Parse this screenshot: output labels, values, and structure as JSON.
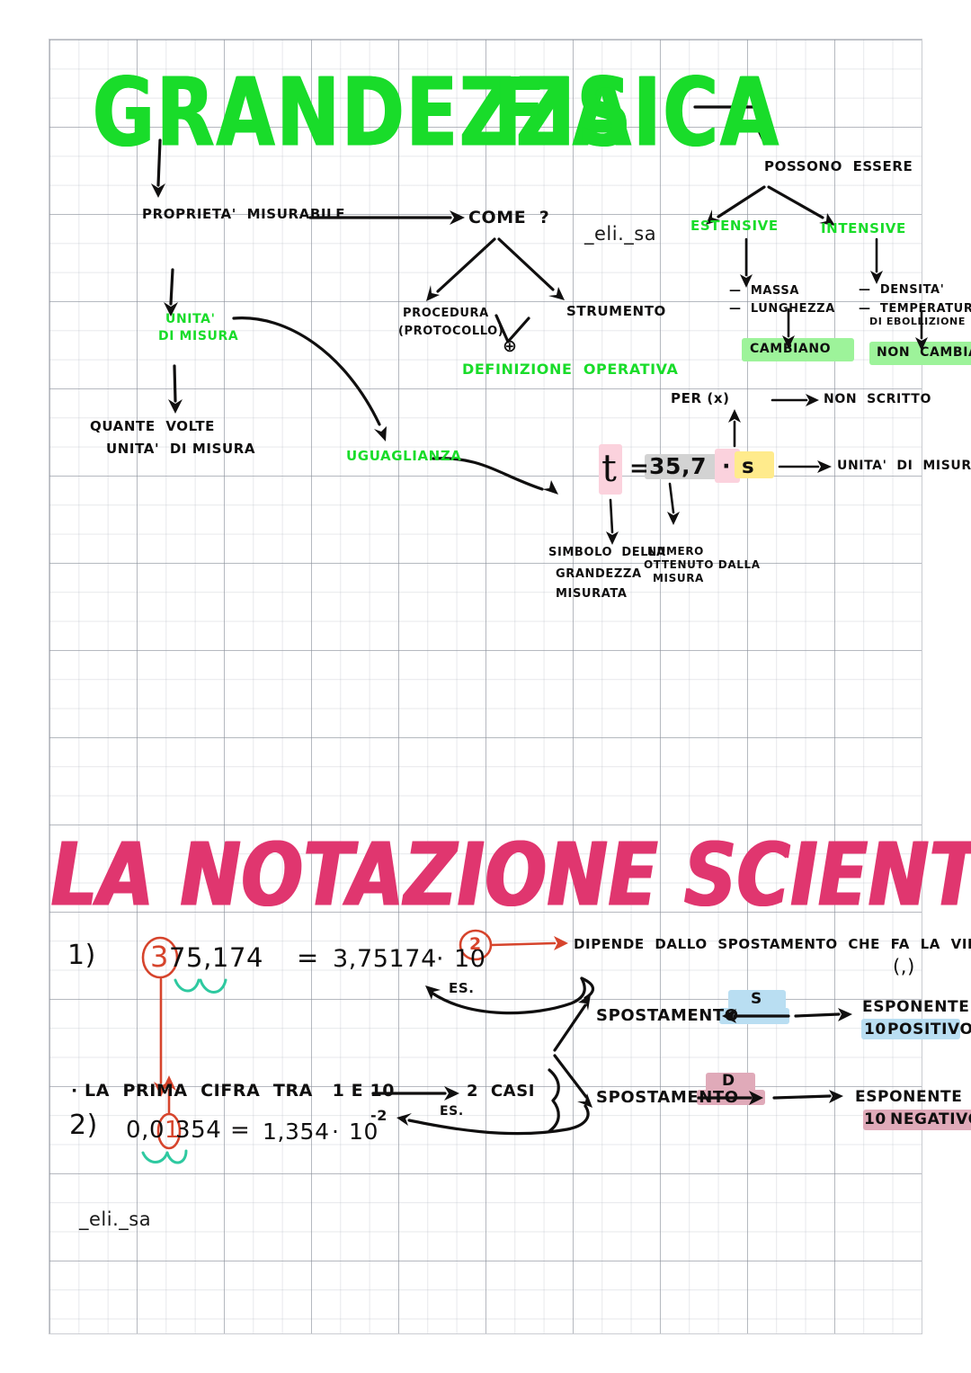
{
  "page": {
    "background": "#ffffff",
    "paper": "graph-grid",
    "grid_color": "#8c919b"
  },
  "watermarks": [
    {
      "text": "_eli._sa"
    },
    {
      "text": "_eli._sa"
    }
  ],
  "section1": {
    "title_part1": "GRANDEZZA",
    "title_part2": "FISICA",
    "title_color": "#19dc2a",
    "nodes": {
      "proprieta": "PROPRIETA'  MISURABILE",
      "come": "COME  ?",
      "procedura_l1": "PROCEDURA",
      "procedura_l2": "(PROTOCOLLO)",
      "strumento": "STRUMENTO",
      "plus_symbol": "⊕",
      "definizione": "DEFINIZIONE  OPERATIVA",
      "unita_l1": "UNITA'",
      "unita_l2": "DI MISURA",
      "quante_l1": "QUANTE  VOLTE",
      "quante_l2": "UNITA'  DI MISURA",
      "uguaglianza": "UGUAGLIANZA",
      "possono_essere": "POSSONO  ESSERE",
      "estensive": "ESTENSIVE",
      "intensive": "INTENSIVE",
      "est_item1": "—  MASSA",
      "est_item2": "—  LUNGHEZZA",
      "est_result": "CAMBIANO",
      "int_item1": "—  DENSITA'",
      "int_item2_l1": "—  TEMPERATURA",
      "int_item2_l2": "DI EBOLLIZIONE",
      "int_result": "NON  CAMBIANO"
    },
    "formula": {
      "symbol": "t",
      "equals": "=",
      "number": "35,7",
      "dot": "·",
      "unit": "s",
      "per_x": "PER (x)",
      "non_scritto": "NON  SCRITTO",
      "unita_misura": "UNITA'  DI  MISURA",
      "numero_l1": "NUMERO",
      "numero_l2": "OTTENUTO DALLA",
      "numero_l3": "MISURA",
      "simbolo_l1": "SIMBOLO  DELLA",
      "simbolo_l2": "GRANDEZZA",
      "simbolo_l3": "MISURATA"
    },
    "highlights": {
      "cambiano": "#9df39a",
      "non_cambiano": "#9df39a",
      "symbol_t": "#fbd2dd",
      "number": "#d3d3d3",
      "unit": "#ffeb8c"
    }
  },
  "section2": {
    "title": "LA NOTAZIONE SCIENTIFICA",
    "title_color": "#e0366f",
    "example1": {
      "index": "1)",
      "first_digit": "3",
      "value_rest": "75,174",
      "equals": "=",
      "mantissa": "3,75174",
      "dot": "·",
      "base": "10",
      "exponent": "2"
    },
    "example2": {
      "index": "2)",
      "value_prefix": "0,0",
      "first_digit": "1",
      "value_rest": "354",
      "equals": "=",
      "mantissa": "1,354",
      "dot": "·",
      "base": "10",
      "exponent": "-2"
    },
    "rule": "· LA  PRIMA  CIFRA  TRA   1 E 10",
    "rule_result": "2  CASI",
    "note_l1": "DIPENDE  DALLO  SPOSTAMENTO  CHE  FA  LA  VIRGOLA",
    "note_l2": "(,)",
    "es_label_1": "ES.",
    "es_label_2": "ES.",
    "case1": {
      "label": "SPOSTAMENTO",
      "direction_letter": "S",
      "result_l1": "ESPONENTE  DEL",
      "result_l2_prefix": "10",
      "result_l2_sign": "POSITIVO",
      "highlight": "#b9def2"
    },
    "case2": {
      "label": "SPOSTAMENTO",
      "direction_letter": "D",
      "result_l1": "ESPONENTE  DEL",
      "result_l2_prefix": "10",
      "result_l2_sign": "NEGATIVO",
      "highlight": "#e0aab9"
    }
  }
}
